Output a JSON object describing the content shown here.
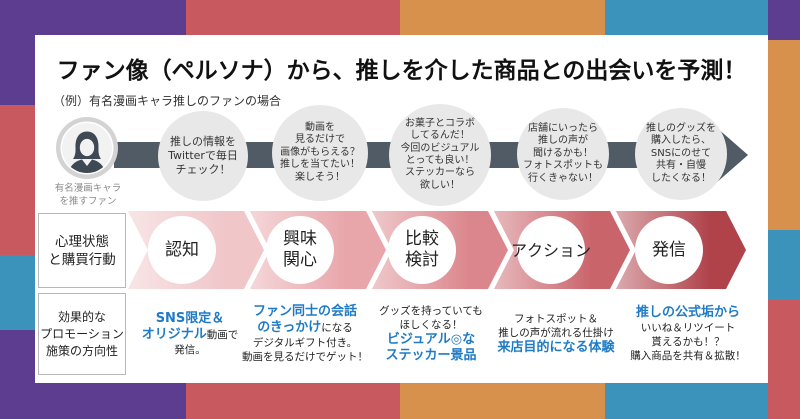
{
  "title": "ファン像（ペルソナ）から、推しを介した商品との出会いを予測！",
  "subtitle": "（例）有名漫画キャラ推しのファンの場合",
  "persona": {
    "icon": "person-icon",
    "caption": [
      "有名漫画キャラ",
      "を推すファン"
    ]
  },
  "journey_thoughts": [
    [
      "推しの情報を",
      "Twitterで毎日",
      "チェック！"
    ],
    [
      "動画を",
      "見るだけで",
      "画像がもらえる？",
      "推しを当てたい！",
      "楽しそう！"
    ],
    [
      "お菓子とコラボ",
      "してるんだ！",
      "今回のビジュアル",
      "とっても良い！",
      "ステッカーなら",
      "欲しい！"
    ],
    [
      "店舗にいったら",
      "推しの声が",
      "聞けるかも！",
      "フォトスポットも",
      "行くきゃない！"
    ],
    [
      "推しのグッズを",
      "購入したら、",
      "SNSにのせて",
      "共有・自慢",
      "したくなる！"
    ]
  ],
  "row_labels": {
    "behavior": [
      "心理状態",
      "と購買行動"
    ],
    "promotion": [
      "効果的な",
      "プロモーション",
      "施策の方向性"
    ]
  },
  "stages": [
    {
      "label": [
        "認知"
      ],
      "color": "#f0c6c9"
    },
    {
      "label": [
        "興味",
        "関心"
      ],
      "color": "#e8a5aa"
    },
    {
      "label": [
        "比較",
        "検討"
      ],
      "color": "#db868c"
    },
    {
      "label": [
        "アクション"
      ],
      "color": "#ca646b"
    },
    {
      "label": [
        "発信"
      ],
      "color": "#b0424a"
    }
  ],
  "promotions": [
    [
      [
        "SNS限定＆"
      ],
      [
        "オリジナル",
        "動画で"
      ],
      [
        "発信。"
      ]
    ],
    [
      [
        "ファン同士の会話"
      ],
      [
        "のきっかけ",
        "になる"
      ],
      [
        "デジタルギフト付き。"
      ],
      [
        "動画を見るだけでゲット！"
      ]
    ],
    [
      [
        "グッズを持っていても"
      ],
      [
        "ほしくなる！"
      ],
      [
        "ビジュアル◎な"
      ],
      [
        "ステッカー景品"
      ]
    ],
    [
      [
        "フォトスポット＆"
      ],
      [
        "推しの声が流れる仕掛け"
      ],
      [
        "来店目的になる体験"
      ]
    ],
    [
      [
        "推しの公式垢から"
      ],
      [
        "いいね＆リツイート"
      ],
      [
        "貰えるかも！？"
      ],
      [
        "購入商品を共有＆拡散！"
      ]
    ]
  ],
  "colors": {
    "purple": "#5c3d8f",
    "coral": "#c85a5f",
    "orange": "#d8914d",
    "blue": "#3b93bb",
    "arrow": "#505b66",
    "bubble": "#e8e8e8",
    "highlight": "#1f7bc6"
  }
}
